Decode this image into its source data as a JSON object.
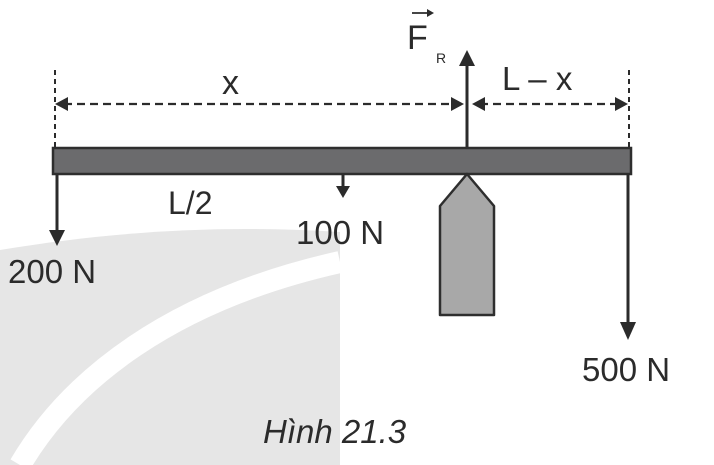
{
  "labels": {
    "force_symbol": "F",
    "force_subscript": "R",
    "x": "x",
    "l_minus_x": "L – x",
    "half_length": "L/2",
    "force_left": "200 N",
    "force_mid": "100 N",
    "force_right": "500 N",
    "caption": "Hình 21.3"
  }
}
